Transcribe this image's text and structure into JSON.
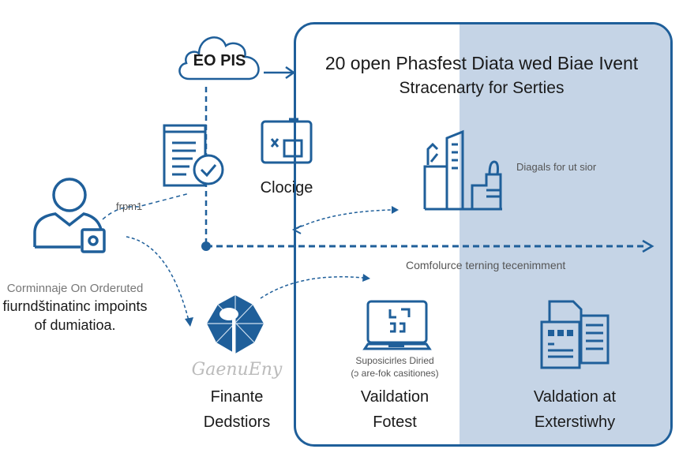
{
  "cloud": {
    "label": "EO PIS"
  },
  "panel": {
    "title_line1": "20 open Phasfest Diata wed Biae Ivent",
    "title_line2": "Stracenarty for Serties"
  },
  "user": {
    "connector_label": "frpm1",
    "caption_line1": "Corminnaje On Orderuted",
    "caption_line2": "fiurndštinatinc impoints",
    "caption_line3": "of dumiatioa."
  },
  "clocge": {
    "label": "Clocige"
  },
  "buildings": {
    "label": "Diagals for ut sior"
  },
  "divider": {
    "label": "Comfolurce terning tecenimment"
  },
  "finance": {
    "logo_text": "GaenuEny",
    "label_line1": "Finante",
    "label_line2": "Dedstiors"
  },
  "laptop": {
    "caption_line1": "Suposicirles Diried",
    "caption_line2": "(ↄ are-fok casitiones)",
    "label_line1": "Vaildation",
    "label_line2": "Fotest"
  },
  "documents": {
    "label_line1": "Valdation at",
    "label_line2": "Exterstiwhy"
  },
  "colors": {
    "primary": "#1f5f9a",
    "shade": "#c5d4e6"
  }
}
